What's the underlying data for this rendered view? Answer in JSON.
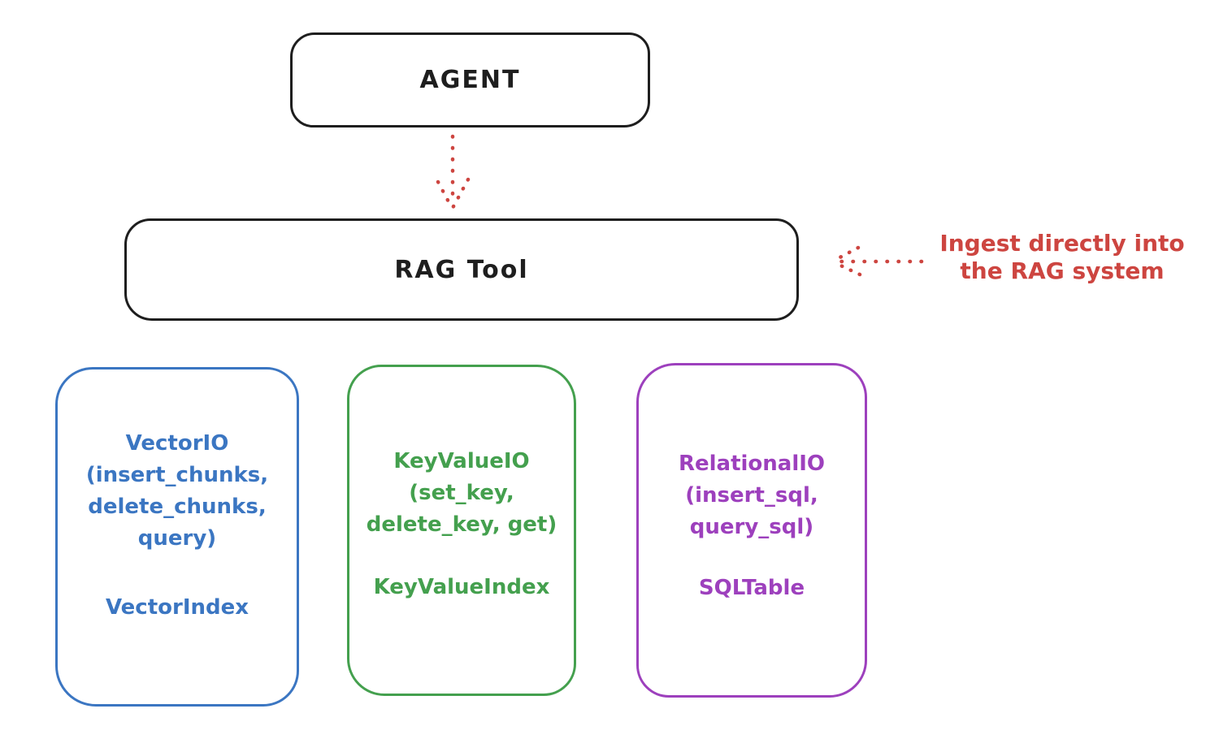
{
  "diagram": {
    "background_color": "#ffffff",
    "stroke_black": "#1e1e1e",
    "nodes": {
      "agent": {
        "label": "AGENT",
        "color": "#1e1e1e"
      },
      "rag_tool": {
        "label": "RAG Tool",
        "color": "#1e1e1e"
      }
    },
    "annotation": {
      "line1": "Ingest directly into",
      "line2": "the RAG system",
      "color": "#cd4540",
      "arrow_style": "dotted",
      "arrow_direction": "points-left-at-rag-tool"
    },
    "agent_to_rag_arrow": {
      "color": "#cd4540",
      "style": "dotted",
      "direction": "points-down-at-rag-tool"
    },
    "storage_boxes": [
      {
        "name": "vector-io",
        "color": "#3b76c2",
        "title_lines": [
          "VectorIO",
          "(insert_chunks,",
          "delete_chunks,",
          "query)"
        ],
        "index_label": "VectorIndex"
      },
      {
        "name": "keyvalue-io",
        "color": "#44a04e",
        "title_lines": [
          "KeyValueIO",
          "(set_key,",
          "delete_key, get)"
        ],
        "index_label": "KeyValueIndex"
      },
      {
        "name": "relational-io",
        "color": "#9d40bd",
        "title_lines": [
          "RelationalIO",
          "(insert_sql,",
          "query_sql)"
        ],
        "index_label": "SQLTable"
      }
    ]
  }
}
